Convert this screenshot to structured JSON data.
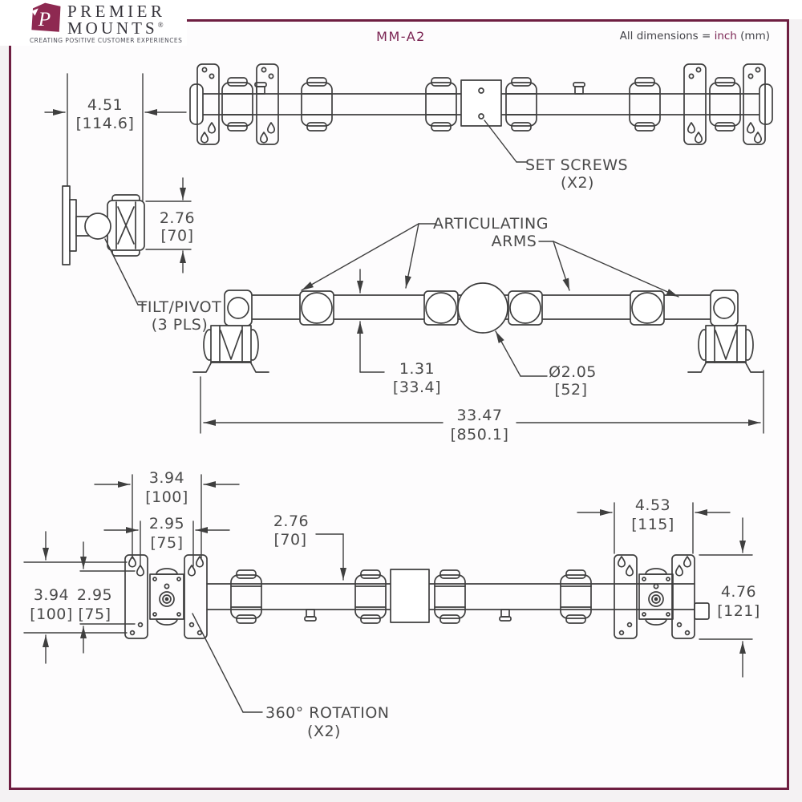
{
  "header": {
    "logo": {
      "line1": "PREMIER",
      "line2": "MOUNTS",
      "registered": "®",
      "tagline": "CREATING POSITIVE CUSTOMER EXPERIENCES"
    },
    "model": "MM-A2",
    "dims_note_prefix": "All dimensions = ",
    "dims_note_unit": "inch",
    "dims_note_suffix": " (mm)"
  },
  "callouts": {
    "set_screws_line1": "SET SCREWS",
    "set_screws_line2": "(X2)",
    "articulating_line1": "ARTICULATING",
    "articulating_line2": "ARMS",
    "tilt_pivot_line1": "TILT/PIVOT",
    "tilt_pivot_line2": "(3 PLS)",
    "rotation_line1": "360° ROTATION",
    "rotation_line2": "(X2)"
  },
  "dimensions": {
    "mount_depth_in": "4.51",
    "mount_depth_mm": "[114.6]",
    "joint_height_in": "2.76",
    "joint_height_mm": "[70]",
    "arm_thickness_in": "1.31",
    "arm_thickness_mm": "[33.4]",
    "center_diameter_in": "Ø2.05",
    "center_diameter_mm": "[52]",
    "overall_width_in": "33.47",
    "overall_width_mm": "[850.1]",
    "vesa_width_outer_in": "3.94",
    "vesa_width_outer_mm": "[100]",
    "vesa_width_inner_in": "2.95",
    "vesa_width_inner_mm": "[75]",
    "vesa_height_outer_in": "3.94",
    "vesa_height_outer_mm": "[100]",
    "vesa_height_inner_in": "2.95",
    "vesa_height_inner_mm": "[75]",
    "center_section_in": "2.76",
    "center_section_mm": "[70]",
    "plate_width_in": "4.53",
    "plate_width_mm": "[115]",
    "plate_height_in": "4.76",
    "plate_height_mm": "[121]"
  },
  "colors": {
    "maroon_frame": "#6e1e41",
    "maroon_logo": "#8e2951",
    "maroon_accent": "#7b2553",
    "line_color": "#3f3f3f",
    "dim_text": "#4a4a4a",
    "page_bg": "#f4f2f3",
    "inner_bg": "#fdfcfd"
  }
}
